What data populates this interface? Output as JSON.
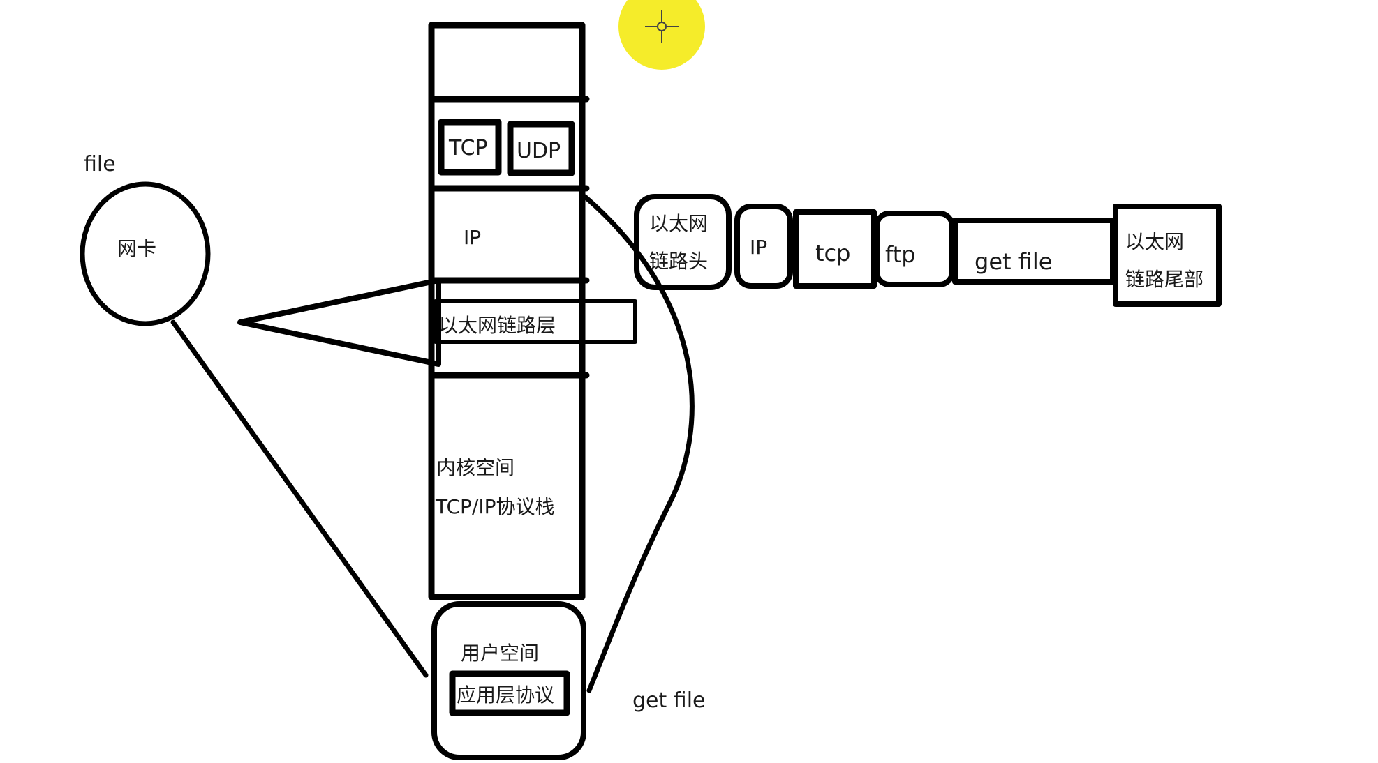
{
  "colors": {
    "ink": "#000000",
    "text": "#1a1a1a",
    "cursor_highlight": "#f5ec2a",
    "background": "#ffffff"
  },
  "icons": {
    "cursor": "crosshair-cursor-icon"
  },
  "labels": {
    "file": "file",
    "nic": "网卡",
    "tcp": "TCP",
    "udp": "UDP",
    "ip": "IP",
    "ethernet_link_layer": "以太网链路层",
    "kernel_line1": "内核空间",
    "kernel_line2": "TCP/IP协议栈",
    "user_space": "用户空间",
    "app_protocol": "应用层协议",
    "get_file_bottom": "get file"
  },
  "packet": {
    "eth_header_line1": "以太网",
    "eth_header_line2": "链路头",
    "ip": "IP",
    "tcp": "tcp",
    "ftp": "ftp",
    "payload": "get file",
    "eth_trailer_line1": "以太网",
    "eth_trailer_line2": "链路尾部"
  }
}
